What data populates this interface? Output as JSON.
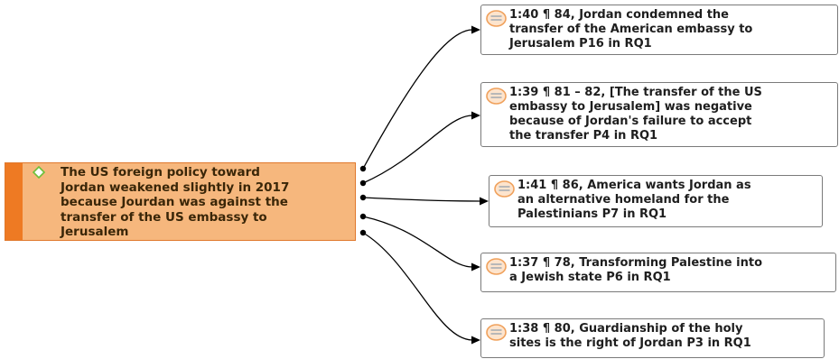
{
  "code": {
    "label": "The US foreign policy toward\nJordan weakened slightly in 2017\nbecause Jourdan was against the\ntransfer of the US embassy to\nJerusalem",
    "fill_color": "#f6b77d",
    "stripe_color": "#ee7a23",
    "icon": "diamond-icon"
  },
  "quotations": [
    {
      "text": "1:40 ¶ 84, Jordan condemned the\ntransfer of the American embassy to\nJerusalem P16 in RQ1",
      "icon": "quotation-icon"
    },
    {
      "text": "1:39 ¶ 81 – 82, [The transfer of the US\nembassy to Jerusalem] was negative\nbecause of Jordan's failure to accept\nthe transfer P4 in RQ1",
      "icon": "quotation-icon"
    },
    {
      "text": "1:41 ¶ 86, America wants Jordan as\nan alternative homeland for the\nPalestinians P7 in RQ1",
      "icon": "quotation-icon"
    },
    {
      "text": "1:37 ¶ 78, Transforming Palestine into\na Jewish state P6 in RQ1",
      "icon": "quotation-icon"
    },
    {
      "text": "1:38 ¶ 80, Guardianship of the holy\nsites is the right of Jordan P3 in RQ1",
      "icon": "quotation-icon"
    }
  ],
  "colors": {
    "quote_icon": "#f0a15c",
    "edge": "#000000",
    "node_border": "#7a7a7a"
  }
}
